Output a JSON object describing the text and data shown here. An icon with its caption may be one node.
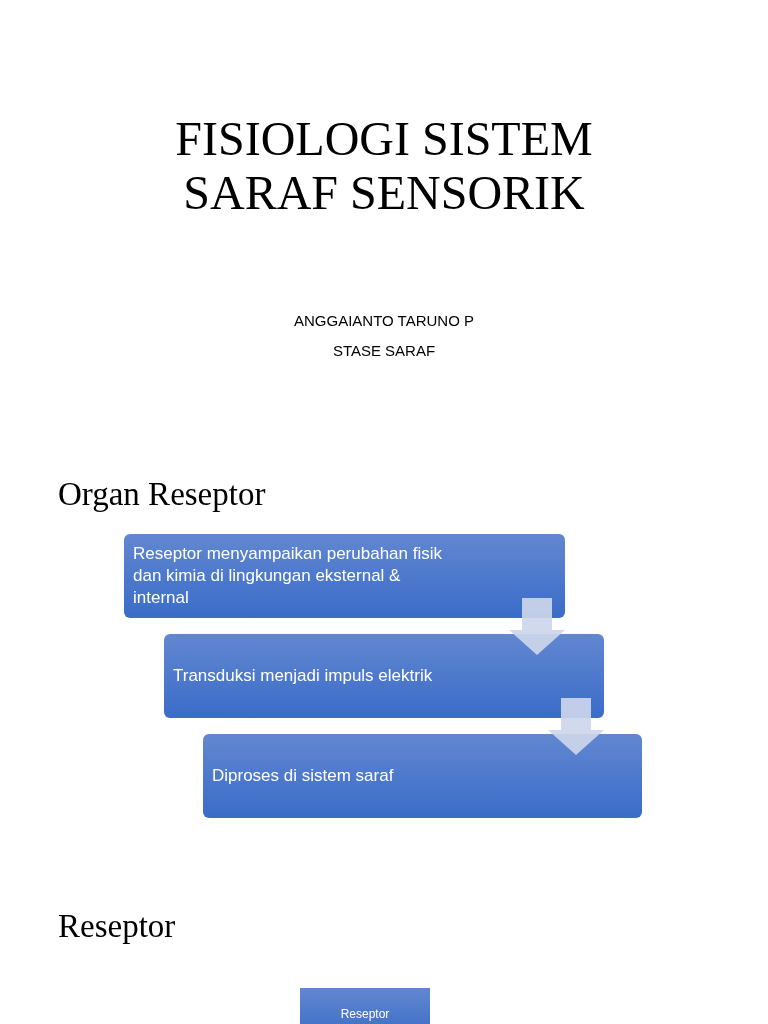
{
  "diagram": {
    "title": "FISIOLOGI SISTEM SARAF SENSORIK",
    "nodes": [
      {
        "text": [
          "Reseptor menyampaikan perubahan fisik dan kimia di lingkungan eksternal & internal"
        ]
      },
      {
        "text": [
          "Transduksi menjadi impuls elektrik"
        ]
      },
      {
        "text": [
          "Diproses di sistem saraf"
        ]
      },
      {
        "text": [
          "Reseptor"
        ]
      }
    ],
    "edges": [
      {
        "from": 0,
        "to": 1,
        "arrow": "to"
      },
      {
        "from": 1,
        "to": 2,
        "arrow": "to"
      }
    ],
    "labels": [
      "ANGGAIANTO TARUNO P",
      "STASE SARAF",
      "Organ Reseptor",
      "Reseptor"
    ]
  }
}
